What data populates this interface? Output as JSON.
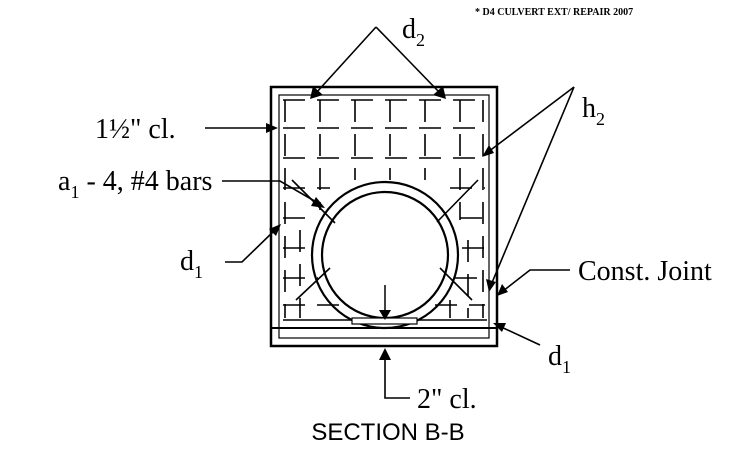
{
  "header_note": "* D4 CULVERT EXT/ REPAIR 2007",
  "labels": {
    "d2": {
      "base": "d",
      "sub": "2"
    },
    "h2": {
      "base": "h",
      "sub": "2"
    },
    "d1_left": {
      "base": "d",
      "sub": "1"
    },
    "d1_right": {
      "base": "d",
      "sub": "1"
    },
    "a1_base": "a",
    "a1_sub": "1",
    "a1_rest": " - 4, #4 bars",
    "clear_top": "1½\" cl.",
    "clear_bottom": "2\" cl.",
    "const_joint": "Const. Joint"
  },
  "section_title": "SECTION B-B"
}
